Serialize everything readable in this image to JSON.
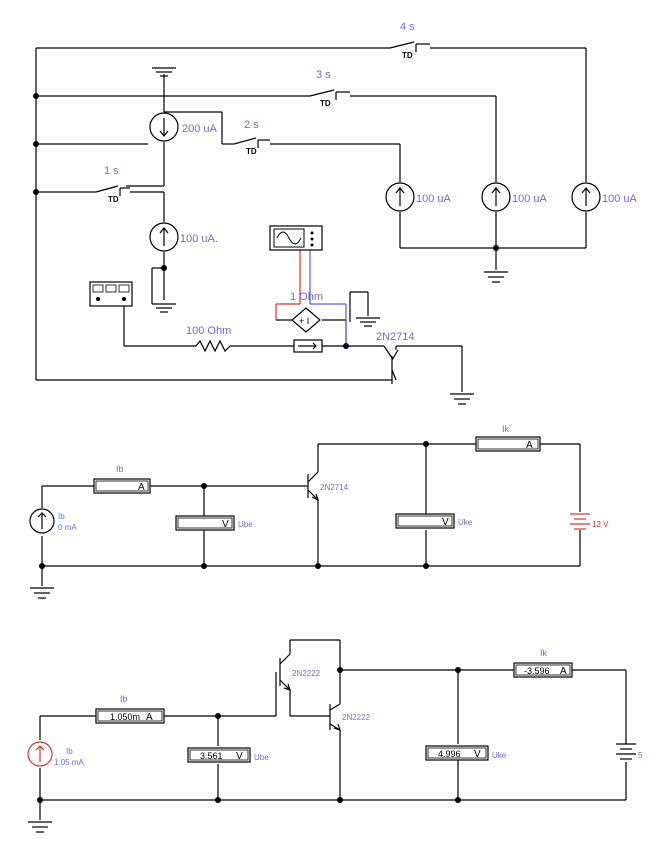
{
  "circuit1": {
    "switches": {
      "s4": "4 s",
      "s3": "3 s",
      "s2": "2 s",
      "s1": "1 s",
      "td": "TD"
    },
    "sources": {
      "main": "200 uA",
      "right1": "100 uA",
      "right2": "100 uA",
      "right3": "100 uA",
      "lower": "100 uA."
    },
    "resistor": "100 Ohm",
    "shunt": "1 Ohm",
    "transistor": "2N2714"
  },
  "circuit2": {
    "ib_label": "Ib",
    "ib_unit": "A",
    "ik_label": "Ik",
    "ik_unit": "A",
    "ube_label": "Ube",
    "ube_unit": "V",
    "uke_label": "Uke",
    "uke_unit": "V",
    "source_name": "Ib",
    "source_value": "0 mA",
    "transistor": "2N2714",
    "battery": "12 V"
  },
  "circuit3": {
    "ib_label": "Ib",
    "ib_value": "1.050m",
    "ib_unit": "A",
    "ik_label": "Ik",
    "ik_value": "-3.596",
    "ik_unit": "A",
    "ube_label": "Ube",
    "ube_value": "3.561",
    "ube_unit": "V",
    "uke_label": "Uke",
    "uke_value": "4.996",
    "uke_unit": "V",
    "source_name": "Ib",
    "source_value": "1.05 mA",
    "transistor1": "2N2222",
    "transistor2": "2N2222",
    "battery": "5"
  },
  "colors": {
    "label": "#6b6bd6",
    "active_source": "#e03030",
    "probe_blue": "#5a5aff",
    "probe_red": "#e03030"
  }
}
